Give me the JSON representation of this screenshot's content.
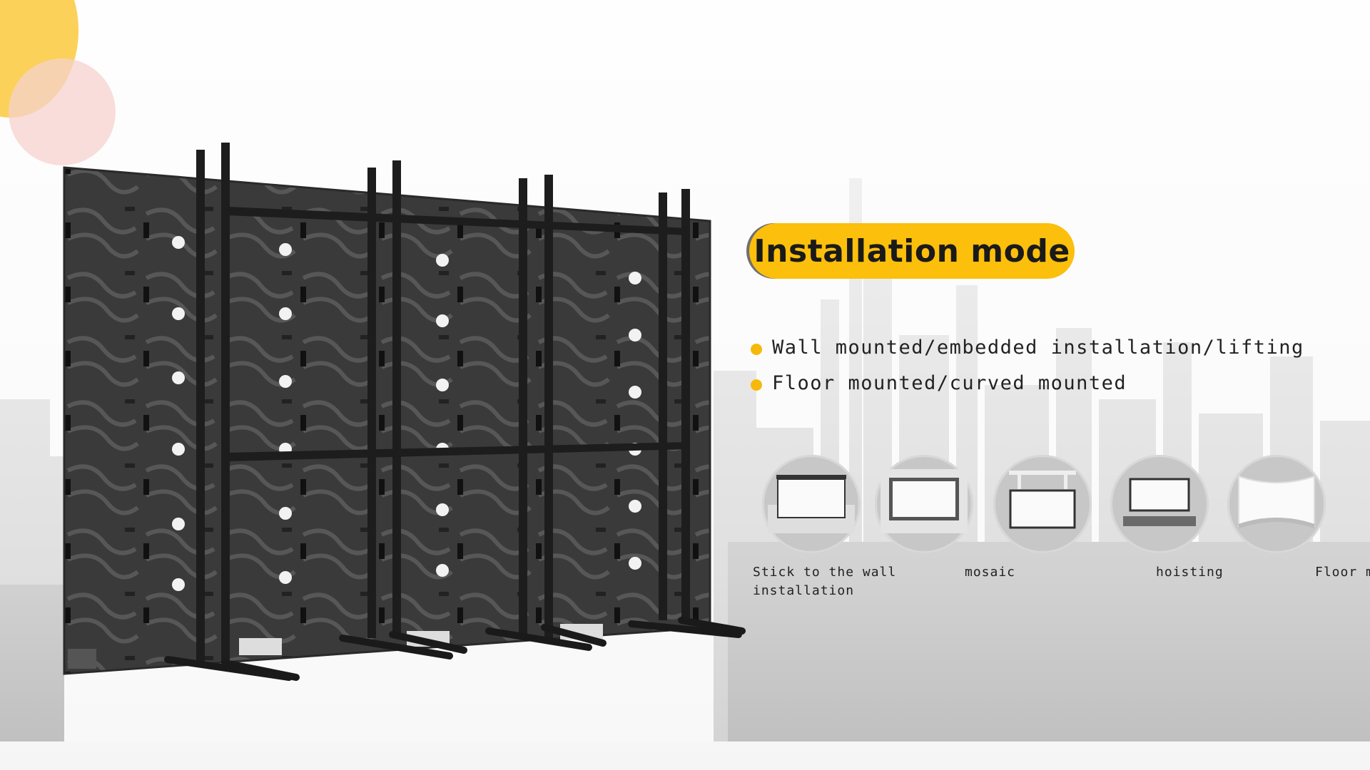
{
  "title": "Installation mode",
  "bullets": [
    "Wall mounted/embedded installation/lifting",
    "Floor mounted/curved mounted"
  ],
  "modes": [
    {
      "icon": "wall-stick-icon",
      "label_line1": "Stick to the wall",
      "label_line2": "installation"
    },
    {
      "icon": "mosaic-icon",
      "label_line1": "mosaic",
      "label_line2": ""
    },
    {
      "icon": "hoisting-icon",
      "label_line1": "",
      "label_line2": ""
    },
    {
      "icon": "floor-stand-icon",
      "label_line1": "hoisting",
      "label_line2": ""
    },
    {
      "icon": "curved-screen-icon",
      "label_line1": "Floor m",
      "label_line2": ""
    }
  ],
  "colors": {
    "accent": "#fbbf0c",
    "bullet": "#f5b90c",
    "circle_yellow": "#fcd15a",
    "circle_pink": "#f6d2cd"
  }
}
